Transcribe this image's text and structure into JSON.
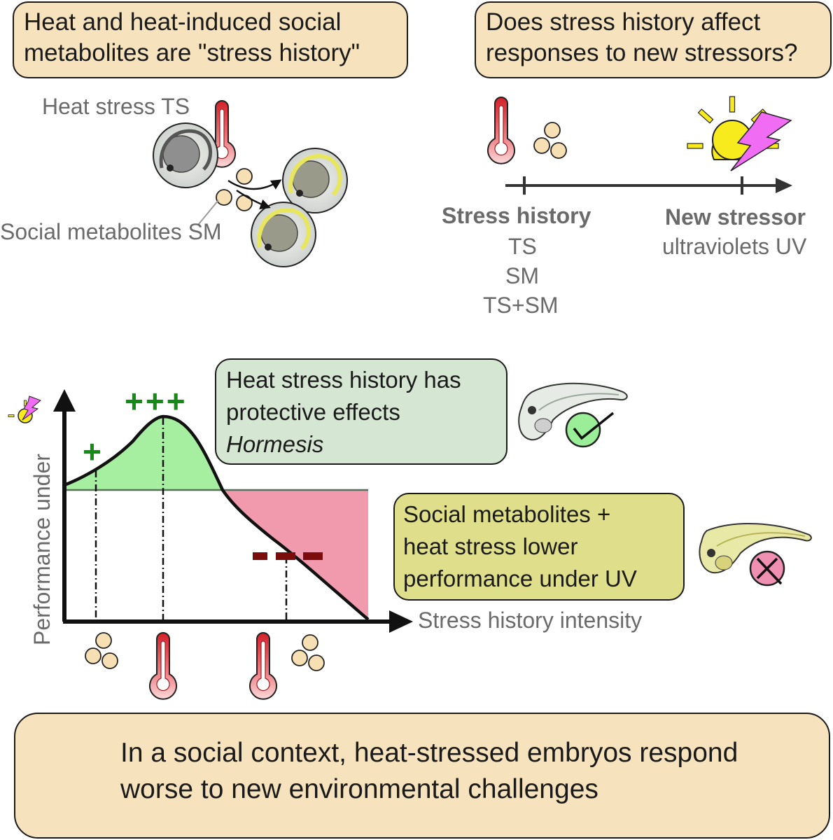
{
  "panels": {
    "stress_history_box": {
      "line1": "Heat and heat-induced social",
      "line2": "metabolites are \"stress history\""
    },
    "question_box": {
      "line1": "Does stress history affect",
      "line2": "responses to new stressors?"
    },
    "hormesis_box": {
      "line1": "Heat stress history has",
      "line2": "protective effects",
      "line3": "Hormesis"
    },
    "social_box": {
      "line1": "Social metabolites +",
      "line2": "heat stress lower",
      "line3": "performance under UV"
    },
    "conclusion_box": {
      "line1": "In a social context, heat-stressed embryos respond",
      "line2": "worse to new environmental challenges"
    }
  },
  "labels": {
    "heat_stress": "Heat stress TS",
    "social_metabolites": "Social metabolites SM",
    "stress_history_heading": "Stress history",
    "history_items": [
      "TS",
      "SM",
      "TS+SM"
    ],
    "new_stressor_heading": "New stressor",
    "new_stressor_item": "ultraviolets UV",
    "y_axis": "Performance under",
    "x_axis": "Stress history intensity",
    "mark_plus": "+",
    "mark_plus3": "+++",
    "mark_minus3": "---"
  },
  "colors": {
    "box_beige": "#f6e3bd",
    "box_green": "#d5e6d2",
    "box_olive": "#dfdf8b",
    "gain_fill": "#a6eea0",
    "loss_fill": "#f19aae",
    "plus_green": "#168a16",
    "minus_red": "#7a0c0c",
    "text_gray": "#6a6a6a"
  },
  "icons": [
    "thermometer-icon",
    "metabolite-spheres-icon",
    "embryo-icon",
    "sun-uv-icon",
    "lightning-icon",
    "check-icon",
    "cross-icon",
    "lightbulb-gear-icon"
  ]
}
